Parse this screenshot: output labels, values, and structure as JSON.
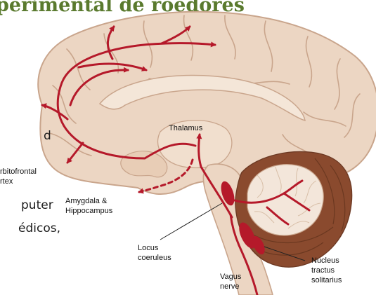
{
  "slide": {
    "title": "perimental de roedores",
    "text_fragments": [
      "d",
      "puter",
      "édicos,"
    ]
  },
  "diagram": {
    "labels": {
      "thalamus": "Thalamus",
      "orbitofrontal_line1": "rbitofrontal",
      "orbitofrontal_line2": "rtex",
      "amygdala_line1": "Amygdala &",
      "amygdala_line2": "Hippocampus",
      "locus_line1": "Locus",
      "locus_line2": "coeruleus",
      "nucleus_line1": "Nucleus",
      "nucleus_line2": "tractus",
      "nucleus_line3": "solitarius",
      "vagus_line1": "Vagus",
      "vagus_line2": "nerve"
    },
    "colors": {
      "brain_tissue": "#ecd6c3",
      "brain_outline": "#c9a58c",
      "pathway_red": "#b5192a",
      "cerebellum_brown": "#8a4a2e",
      "title_green": "#5a7a2e"
    }
  }
}
